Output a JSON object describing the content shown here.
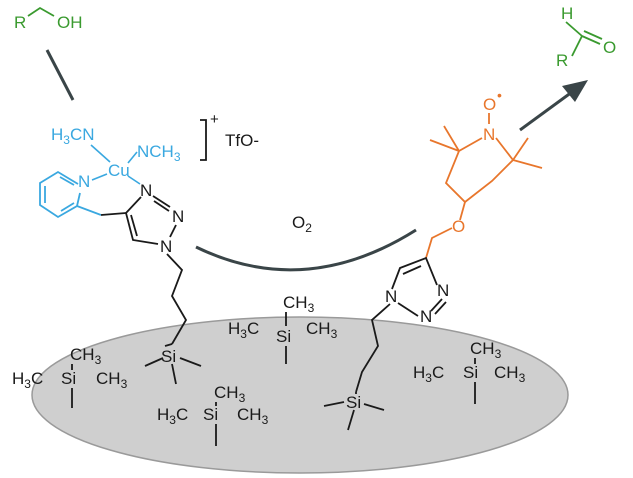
{
  "colors": {
    "green": "#3a9a2f",
    "blue": "#3aa8e0",
    "orange": "#e8762c",
    "black": "#1a1a1a",
    "arrow": "#3a4548",
    "surface": "#cfcfcf",
    "surface_edge": "#9a9a9a"
  },
  "reactant": {
    "r": "R",
    "oh": "OH"
  },
  "product": {
    "h": "H",
    "r": "R",
    "o": "O"
  },
  "catalyst": {
    "h3cn_h3c": "H",
    "h3cn_3": "3",
    "h3cn_cn": "CN",
    "nch3_nch": "NCH",
    "nch3_3": "3",
    "cu": "Cu",
    "n_pyridine": "N",
    "charge": "+",
    "counterion": "TfO-"
  },
  "triazole": {
    "n": "N"
  },
  "oxidant": {
    "o2": "O",
    "o2_sub": "2"
  },
  "tempo": {
    "n": "N",
    "o_radical": "O",
    "dot": "•",
    "ether_o": "O"
  },
  "tms": {
    "ch3": "CH",
    "three": "3",
    "si": "Si",
    "h3c": "H",
    "c": "C"
  }
}
